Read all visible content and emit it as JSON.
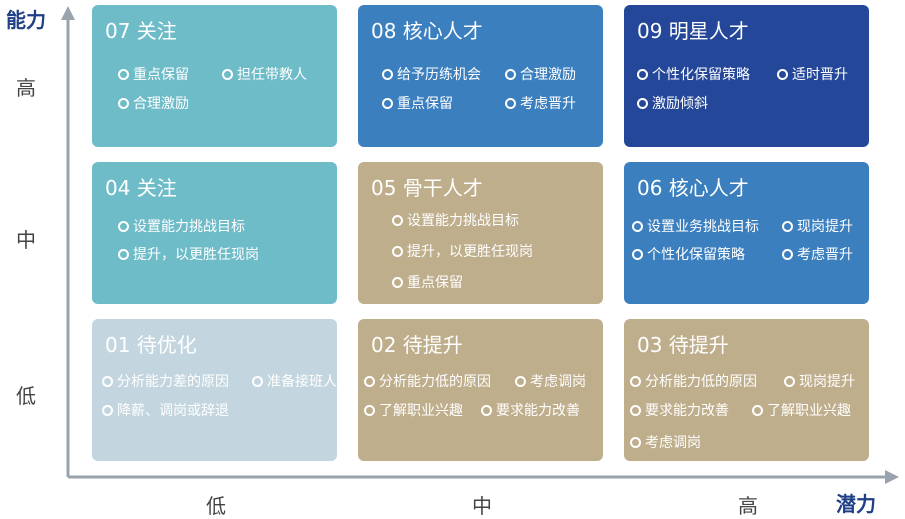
{
  "axes": {
    "y_title": "能力",
    "x_title": "潜力",
    "y_levels": [
      "高",
      "中",
      "低"
    ],
    "x_levels": [
      "低",
      "中",
      "高"
    ],
    "axis_color": "#9aa3ad"
  },
  "cells": [
    {
      "id": "07",
      "title": "07 关注",
      "color": "#6fbcc9",
      "items": [
        "重点保留",
        "担任带教人",
        "合理激励"
      ]
    },
    {
      "id": "08",
      "title": "08 核心人才",
      "color": "#3b7fbf",
      "items": [
        "给予历练机会",
        "合理激励",
        "重点保留",
        "考虑晋升"
      ]
    },
    {
      "id": "09",
      "title": "09 明星人才",
      "color": "#24479a",
      "items": [
        "个性化保留策略",
        "适时晋升",
        "激励倾斜"
      ]
    },
    {
      "id": "04",
      "title": "04 关注",
      "color": "#6fbcc9",
      "items": [
        "设置能力挑战目标",
        "提升，以更胜任现岗"
      ]
    },
    {
      "id": "05",
      "title": "05 骨干人才",
      "color": "#bfae8c",
      "items": [
        "设置能力挑战目标",
        "提升，以更胜任现岗",
        "重点保留"
      ]
    },
    {
      "id": "06",
      "title": "06 核心人才",
      "color": "#3b7fbf",
      "items": [
        "设置业务挑战目标",
        "现岗提升",
        "个性化保留策略",
        "考虑晋升"
      ]
    },
    {
      "id": "01",
      "title": "01 待优化",
      "color": "#c3d6df",
      "items": [
        "分析能力差的原因",
        "准备接班人",
        "降薪、调岗或辞退"
      ]
    },
    {
      "id": "02",
      "title": "02 待提升",
      "color": "#bfae8c",
      "items": [
        "分析能力低的原因",
        "考虑调岗",
        "了解职业兴趣",
        "要求能力改善"
      ]
    },
    {
      "id": "03",
      "title": "03 待提升",
      "color": "#bfae8c",
      "items": [
        "分析能力低的原因",
        "现岗提升",
        "要求能力改善",
        "了解职业兴趣",
        "考虑调岗"
      ]
    }
  ]
}
